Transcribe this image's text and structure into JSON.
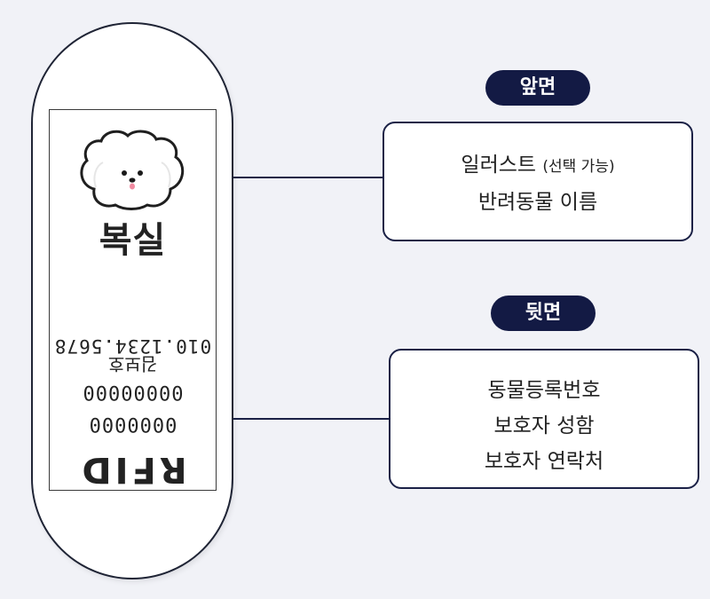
{
  "tag": {
    "pet_name": "복실",
    "rfid_label": "RFID",
    "rfid_number": "0000000",
    "registration_number": "00000000",
    "guardian_name": "김보호",
    "guardian_phone": "010.1234.5678"
  },
  "front": {
    "badge": "앞면",
    "line1_main": "일러스트",
    "line1_note": "(선택 가능)",
    "line2": "반려동물 이름"
  },
  "back": {
    "badge": "뒷면",
    "line1": "동물등록번호",
    "line2": "보호자 성함",
    "line3": "보호자 연락처"
  },
  "colors": {
    "navy": "#131a44",
    "background": "#f1f2f7"
  },
  "icons": {
    "dog": "dog-face-illustration"
  }
}
